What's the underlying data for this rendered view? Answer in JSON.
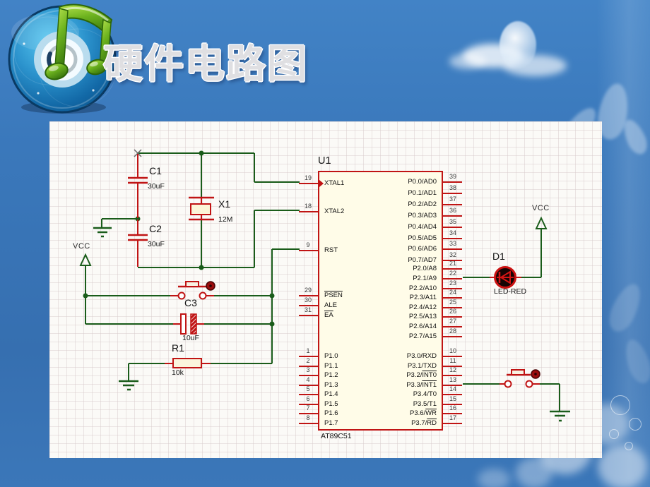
{
  "slide": {
    "title": "硬件电路图",
    "logo_icon": "cd-music-note-icon"
  },
  "schematic": {
    "chip": {
      "ref": "U1",
      "part": "AT89C51",
      "left_pins": [
        {
          "num": "19",
          "pre": "XTAL1",
          "ovl": ""
        },
        {
          "num": "18",
          "pre": "XTAL2",
          "ovl": ""
        },
        {
          "num": "9",
          "pre": "RST",
          "ovl": ""
        },
        {
          "num": "29",
          "pre": "",
          "ovl": "PSEN"
        },
        {
          "num": "30",
          "pre": "ALE",
          "ovl": ""
        },
        {
          "num": "31",
          "pre": "",
          "ovl": "EA"
        },
        {
          "num": "1",
          "pre": "P1.0",
          "ovl": ""
        },
        {
          "num": "2",
          "pre": "P1.1",
          "ovl": ""
        },
        {
          "num": "3",
          "pre": "P1.2",
          "ovl": ""
        },
        {
          "num": "4",
          "pre": "P1.3",
          "ovl": ""
        },
        {
          "num": "5",
          "pre": "P1.4",
          "ovl": ""
        },
        {
          "num": "6",
          "pre": "P1.5",
          "ovl": ""
        },
        {
          "num": "7",
          "pre": "P1.6",
          "ovl": ""
        },
        {
          "num": "8",
          "pre": "P1.7",
          "ovl": ""
        }
      ],
      "right_pins": [
        {
          "num": "39",
          "pre": "P0.0/AD0",
          "ovl": ""
        },
        {
          "num": "38",
          "pre": "P0.1/AD1",
          "ovl": ""
        },
        {
          "num": "37",
          "pre": "P0.2/AD2",
          "ovl": ""
        },
        {
          "num": "36",
          "pre": "P0.3/AD3",
          "ovl": ""
        },
        {
          "num": "35",
          "pre": "P0.4/AD4",
          "ovl": ""
        },
        {
          "num": "34",
          "pre": "P0.5/AD5",
          "ovl": ""
        },
        {
          "num": "33",
          "pre": "P0.6/AD6",
          "ovl": ""
        },
        {
          "num": "32",
          "pre": "P0.7/AD7",
          "ovl": ""
        },
        {
          "num": "21",
          "pre": "P2.0/A8",
          "ovl": ""
        },
        {
          "num": "22",
          "pre": "P2.1/A9",
          "ovl": ""
        },
        {
          "num": "23",
          "pre": "P2.2/A10",
          "ovl": ""
        },
        {
          "num": "24",
          "pre": "P2.3/A11",
          "ovl": ""
        },
        {
          "num": "25",
          "pre": "P2.4/A12",
          "ovl": ""
        },
        {
          "num": "26",
          "pre": "P2.5/A13",
          "ovl": ""
        },
        {
          "num": "27",
          "pre": "P2.6/A14",
          "ovl": ""
        },
        {
          "num": "28",
          "pre": "P2.7/A15",
          "ovl": ""
        },
        {
          "num": "10",
          "pre": "P3.0/RXD",
          "ovl": ""
        },
        {
          "num": "11",
          "pre": "P3.1/TXD",
          "ovl": ""
        },
        {
          "num": "12",
          "pre": "P3.2/",
          "ovl": "INT0"
        },
        {
          "num": "13",
          "pre": "P3.3/",
          "ovl": "INT1"
        },
        {
          "num": "14",
          "pre": "P3.4/T0",
          "ovl": ""
        },
        {
          "num": "15",
          "pre": "P3.5/T1",
          "ovl": ""
        },
        {
          "num": "16",
          "pre": "P3.6/",
          "ovl": "WR"
        },
        {
          "num": "17",
          "pre": "P3.7/",
          "ovl": "RD"
        }
      ]
    },
    "components": [
      {
        "id": "c1",
        "ref": "C1",
        "value": "30uF"
      },
      {
        "id": "c2",
        "ref": "C2",
        "value": "30uF"
      },
      {
        "id": "x1",
        "ref": "X1",
        "value": "12M"
      },
      {
        "id": "c3",
        "ref": "C3",
        "value": "10uF"
      },
      {
        "id": "r1",
        "ref": "R1",
        "value": "10k"
      },
      {
        "id": "d1",
        "ref": "D1",
        "value": "LED-RED"
      }
    ],
    "power_labels": {
      "vcc_left": "VCC",
      "vcc_right": "VCC"
    },
    "colors": {
      "wire_green": "#1a5c1a",
      "component_red": "#c01414",
      "chip_fill": "#fffce8",
      "background_blue": "#3a78bb"
    }
  }
}
